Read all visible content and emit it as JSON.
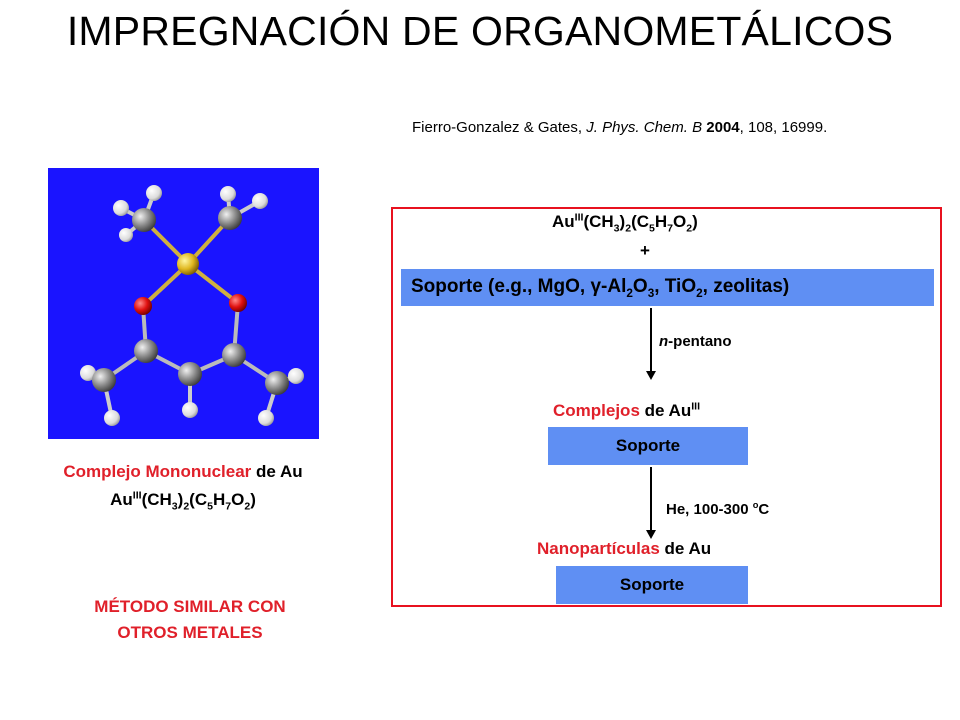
{
  "title": "IMPREGNACIÓN DE ORGANOMETÁLICOS",
  "reference": {
    "authors": "Fierro-Gonzalez & Gates, ",
    "journal": "J. Phys. Chem. B",
    "year": "2004",
    "rest": ", 108, 16999."
  },
  "left_panel": {
    "caption_highlight": "Complejo Mononuclear",
    "caption_rest": " de Au",
    "formula": {
      "au": "Au",
      "ox": "III",
      "p1": "(CH",
      "s3": "3",
      "p2": ")",
      "s2": "2",
      "p3": "(C",
      "s5": "5",
      "p4": "H",
      "s7": "7",
      "p5": "O",
      "s2b": "2",
      "p6": ")"
    },
    "note_line1": "MÉTODO SIMILAR CON",
    "note_line2": "OTROS METALES"
  },
  "scheme": {
    "plus": "+",
    "support_prefix": "Soporte (e.g., MgO, ",
    "support_gamma": "γ",
    "support_al": "-Al",
    "support_al_sub": "2",
    "support_o": "O",
    "support_o_sub": "3",
    "support_ti": ", TiO",
    "support_ti_sub": "2",
    "support_suffix": ", zeolitas)",
    "step1_solvent_italic": "n",
    "step1_solvent_rest": "-pentano",
    "complex_highlight": "Complejos",
    "complex_rest": " de Au",
    "complex_ox": "III",
    "support_box_2": "Soporte",
    "step2_conditions": "He, 100-300 ",
    "step2_deg": "o",
    "step2_unit": "C",
    "nano_highlight": "Nanopartículas",
    "nano_rest": " de Au",
    "support_box_3": "Soporte"
  },
  "colors": {
    "accent_red": "#e0202a",
    "frame_red": "#e8111f",
    "bar_blue": "#5f8ff3",
    "molecule_bg": "#1a14ff"
  }
}
